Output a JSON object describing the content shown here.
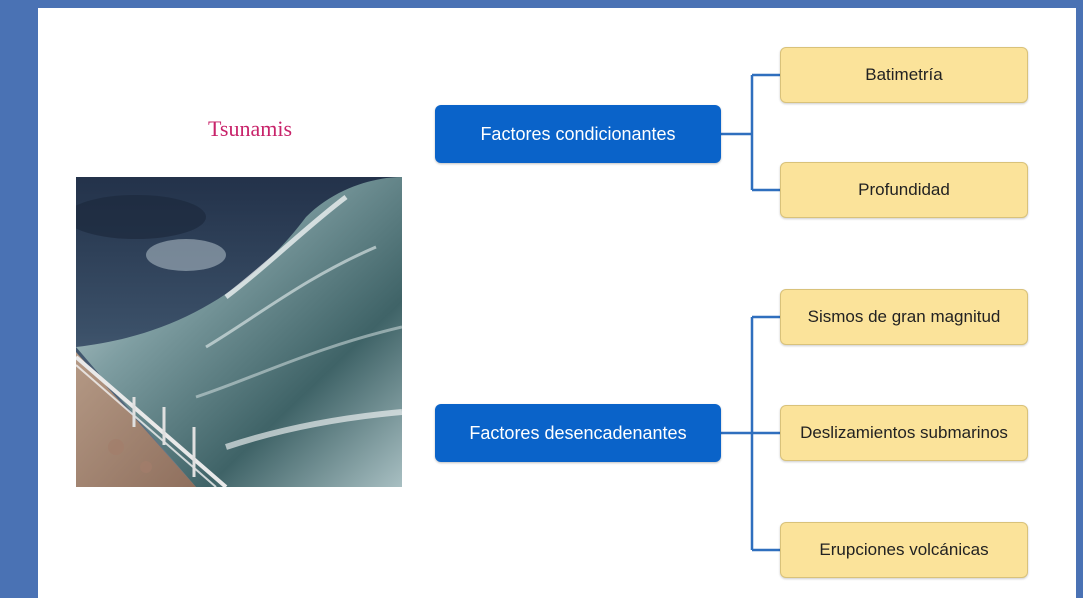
{
  "title": "Tsunamis",
  "image": {
    "subject": "tsunami wave over seaside promenade"
  },
  "groups": [
    {
      "label": "Factores condicionantes",
      "items": [
        "Batimetría",
        "Profundidad"
      ]
    },
    {
      "label": "Factores desencadenantes",
      "items": [
        "Sismos de gran magnitud",
        "Deslizamientos submarinos",
        "Erupciones volcánicas"
      ]
    }
  ],
  "colors": {
    "frame": "#4a72b4",
    "title": "#c8236a",
    "factor_box": "#0a63c9",
    "leaf_box": "#fbe39a",
    "connector": "#2f6fbe"
  }
}
